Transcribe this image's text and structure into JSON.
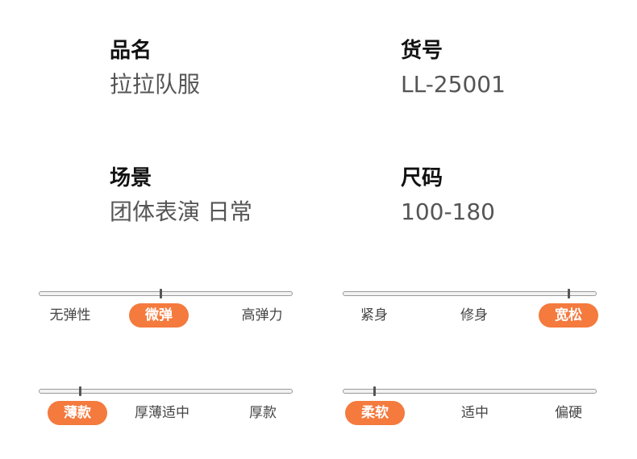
{
  "product_name": {
    "label": "品名",
    "value": "拉拉队服"
  },
  "item_number": {
    "label": "货号",
    "value": "LL-25001"
  },
  "scene": {
    "label": "场景",
    "value": "团体表演 日常"
  },
  "size": {
    "label": "尺码",
    "value": "100-180"
  },
  "accent_color": "#f47a3e",
  "scales": [
    {
      "name": "elasticity",
      "options": [
        "无弹性",
        "微弹",
        "高弹力"
      ],
      "selected_index": 1,
      "level": 0.48
    },
    {
      "name": "fit",
      "options": [
        "紧身",
        "修身",
        "宽松"
      ],
      "selected_index": 2,
      "level": 0.89
    },
    {
      "name": "thickness",
      "options": [
        "薄款",
        "厚薄适中",
        "厚款"
      ],
      "selected_index": 0,
      "level": 0.16
    },
    {
      "name": "softness",
      "options": [
        "柔软",
        "适中",
        "偏硬"
      ],
      "selected_index": 0,
      "level": 0.12
    }
  ]
}
